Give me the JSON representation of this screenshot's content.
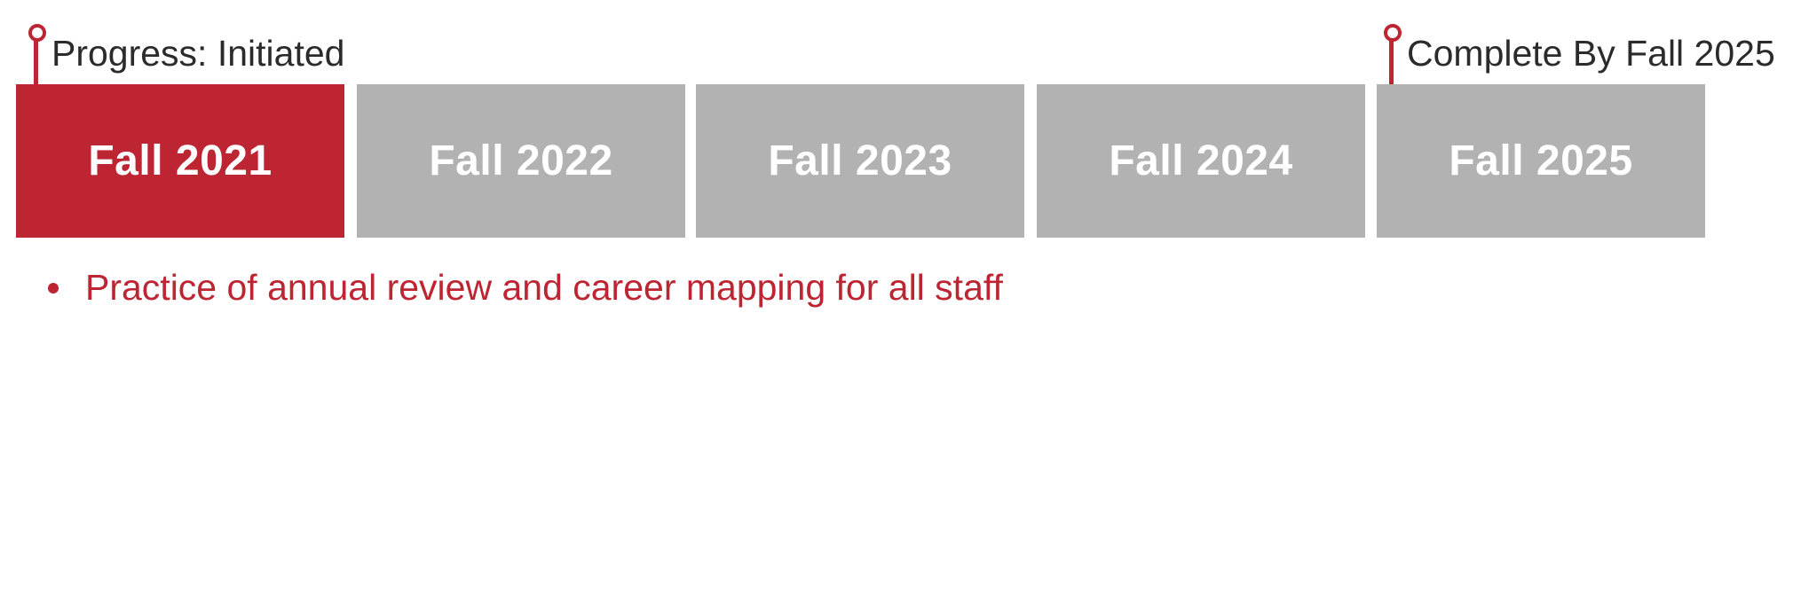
{
  "markers": {
    "start_label": "Progress: Initiated",
    "end_label": "Complete By Fall 2025"
  },
  "timeline": {
    "segments": [
      {
        "label": "Fall 2021",
        "active": true
      },
      {
        "label": "Fall 2022",
        "active": false
      },
      {
        "label": "Fall 2023",
        "active": false
      },
      {
        "label": "Fall 2024",
        "active": false
      },
      {
        "label": "Fall 2025",
        "active": false
      }
    ]
  },
  "notes": [
    "Practice of annual review and career mapping for all staff"
  ],
  "colors": {
    "accent": "#bd2533",
    "inactive_segment": "#b2b2b2",
    "text_dark": "#2b2b2b",
    "segment_text": "#ffffff"
  }
}
